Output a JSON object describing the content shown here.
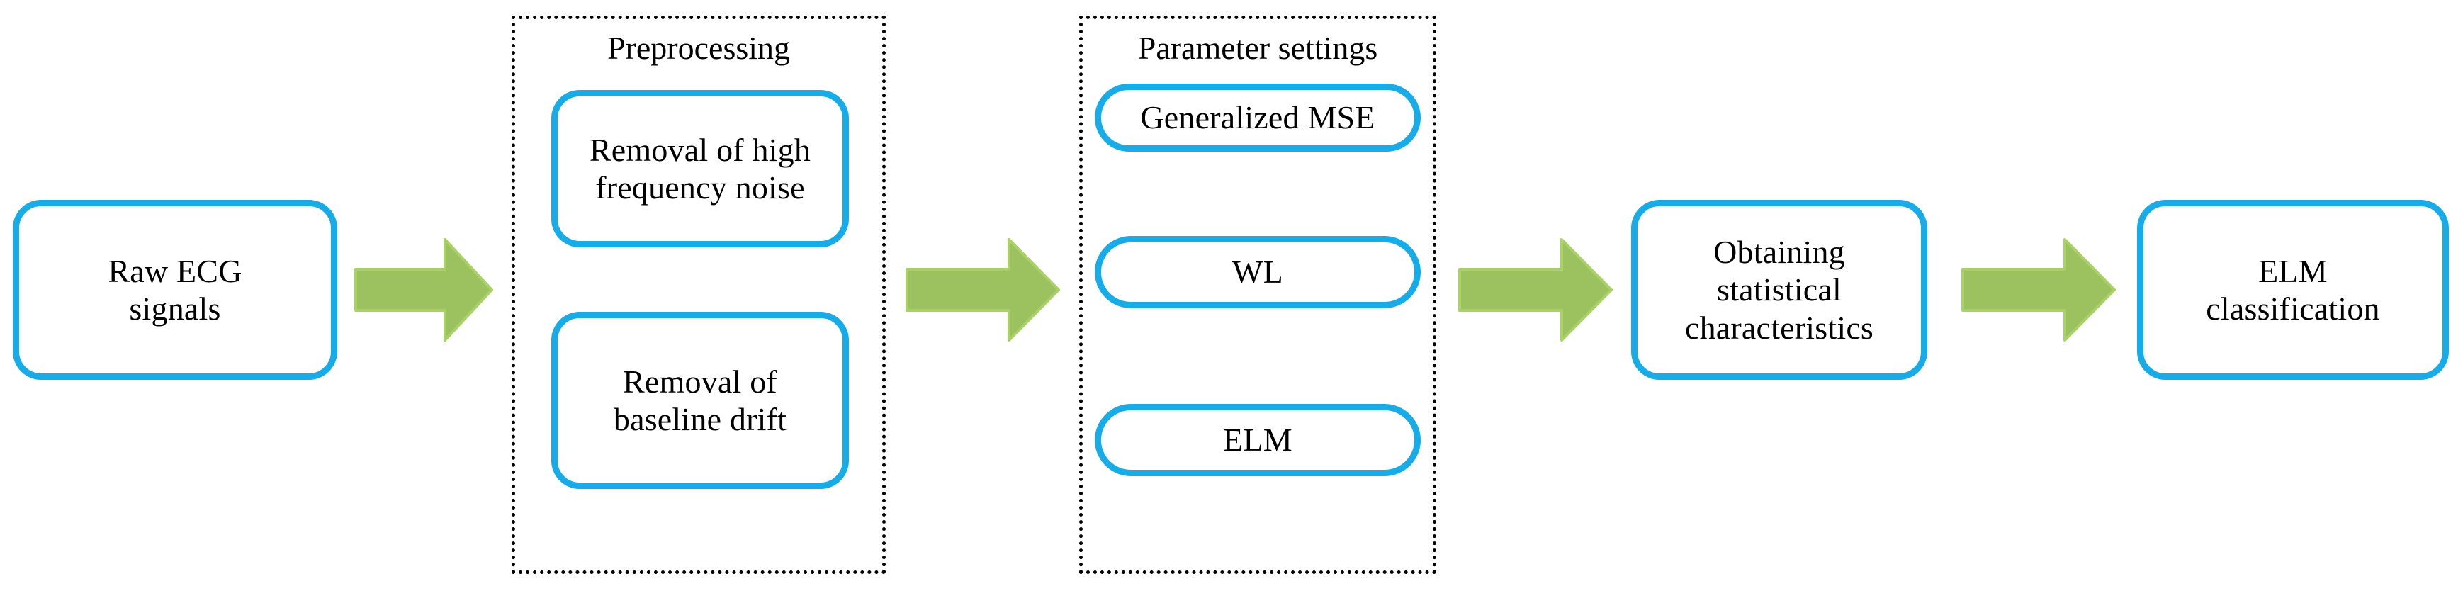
{
  "diagram": {
    "title": "ECG classification pipeline flowchart",
    "colors": {
      "node_border": "#17ABE8",
      "node_fill": "#FFFFFF",
      "arrow_fill": "#9CC15F",
      "arrow_stroke": "#A4CE62",
      "group_border": "#000000",
      "text": "#000000",
      "background": "#FFFFFF"
    },
    "nodes": {
      "raw_ecg": "Raw ECG\nsignals",
      "removal_high_freq": "Removal of high\nfrequency noise",
      "removal_baseline": "Removal of\nbaseline drift",
      "generalized_mse": "Generalized MSE",
      "wl": "WL",
      "elm": "ELM",
      "obtaining_stats": "Obtaining\nstatistical\ncharacteristics",
      "elm_classification": "ELM\nclassification"
    },
    "groups": {
      "preprocessing_title": "Preprocessing",
      "parameter_settings_title": "Parameter settings"
    },
    "arrows": {
      "arrow_1": "arrow-right-icon",
      "arrow_2": "arrow-right-icon",
      "arrow_3": "arrow-right-icon",
      "arrow_4": "arrow-right-icon"
    }
  }
}
